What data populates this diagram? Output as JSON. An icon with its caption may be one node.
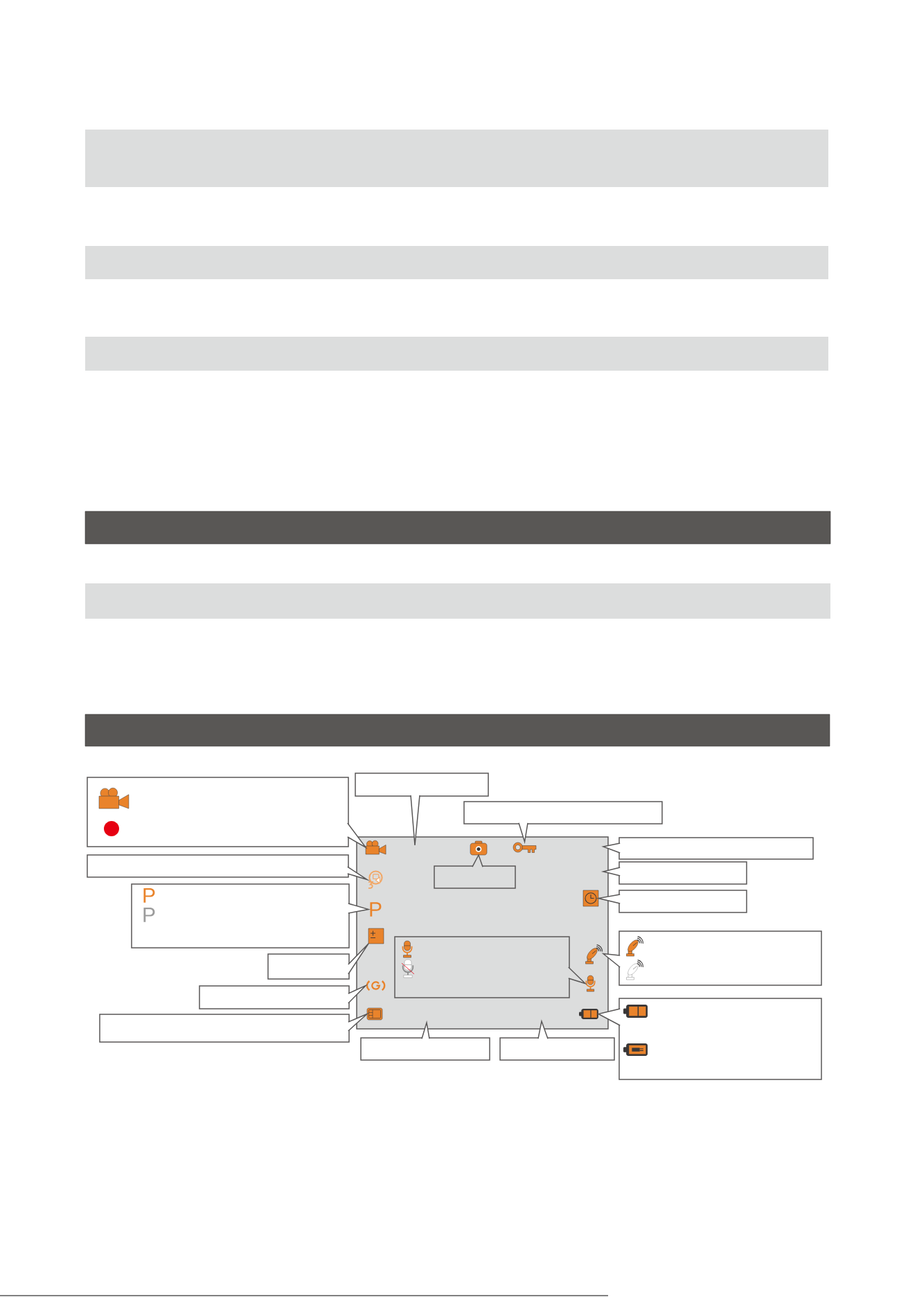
{
  "diagram": {
    "nodes": [
      {
        "text": [],
        "shape": "bar"
      },
      {
        "text": [],
        "shape": "bar"
      },
      {
        "text": [],
        "shape": "bar"
      },
      {
        "text": [],
        "shape": "bar"
      },
      {
        "text": [],
        "shape": "bar"
      },
      {
        "text": [],
        "shape": "bar"
      },
      {
        "text": [],
        "shape": "box"
      },
      {
        "text": [],
        "shape": "box"
      },
      {
        "text": [],
        "shape": "box"
      },
      {
        "text": [],
        "shape": "box"
      },
      {
        "text": [],
        "shape": "picture",
        "in": 9
      },
      {
        "text": [],
        "shape": "picture",
        "in": 9
      },
      {
        "text": [],
        "shape": "picture",
        "in": 9
      },
      {
        "text": [],
        "shape": "box",
        "in": 9
      },
      {
        "text": [],
        "shape": "picture",
        "in": 9
      },
      {
        "text": [
          "P"
        ],
        "in": 9
      },
      {
        "text": [],
        "shape": "picture",
        "in": 9
      },
      {
        "text": [],
        "shape": "picture",
        "in": 9
      },
      {
        "text": [],
        "shape": "box",
        "in": 9
      },
      {
        "text": [],
        "shape": "picture",
        "in": 9
      },
      {
        "text": [],
        "shape": "picture",
        "in": 9
      },
      {
        "text": [],
        "shape": "picture",
        "in": 9
      },
      {
        "text": [],
        "shape": "picture",
        "in": 9
      },
      {
        "text": [],
        "shape": "picture",
        "in": 9
      },
      {
        "text": [],
        "shape": "box"
      },
      {
        "text": [],
        "shape": "box"
      },
      {
        "text": [],
        "shape": "box"
      },
      {
        "text": [],
        "shape": "box"
      },
      {
        "text": [
          "P",
          "P"
        ]
      },
      {
        "text": [],
        "shape": "box"
      },
      {
        "text": [],
        "shape": "box"
      },
      {
        "text": [],
        "shape": "box"
      },
      {
        "text": [],
        "shape": "box"
      },
      {
        "text": [],
        "shape": "box"
      },
      {
        "text": [],
        "shape": "box"
      },
      {
        "text": [],
        "shape": "box"
      }
    ],
    "edges": [
      {
        "from": 6,
        "to": 10,
        "arrow": "to"
      },
      {
        "from": 7,
        "to": null,
        "arrow": "to"
      },
      {
        "from": 8,
        "to": 12,
        "arrow": "to"
      },
      {
        "from": 13,
        "to": 11,
        "arrow": "to"
      },
      {
        "from": 24,
        "to": null,
        "arrow": "to"
      },
      {
        "from": 25,
        "to": null,
        "arrow": "to"
      },
      {
        "from": 26,
        "to": 16,
        "arrow": "to"
      },
      {
        "from": 27,
        "to": 14,
        "arrow": "to"
      },
      {
        "from": 28,
        "to": 15,
        "arrow": "to"
      },
      {
        "from": 29,
        "to": 19,
        "arrow": "to"
      },
      {
        "from": 30,
        "to": 17,
        "arrow": "to"
      },
      {
        "from": 31,
        "to": 21,
        "arrow": "to"
      },
      {
        "from": 32,
        "to": 22,
        "arrow": "to"
      },
      {
        "from": 33,
        "to": 23,
        "arrow": "to"
      },
      {
        "from": 34,
        "to": null,
        "arrow": "to"
      },
      {
        "from": 35,
        "to": null,
        "arrow": "to"
      },
      {
        "from": 18,
        "to": 20,
        "arrow": "to"
      }
    ]
  }
}
